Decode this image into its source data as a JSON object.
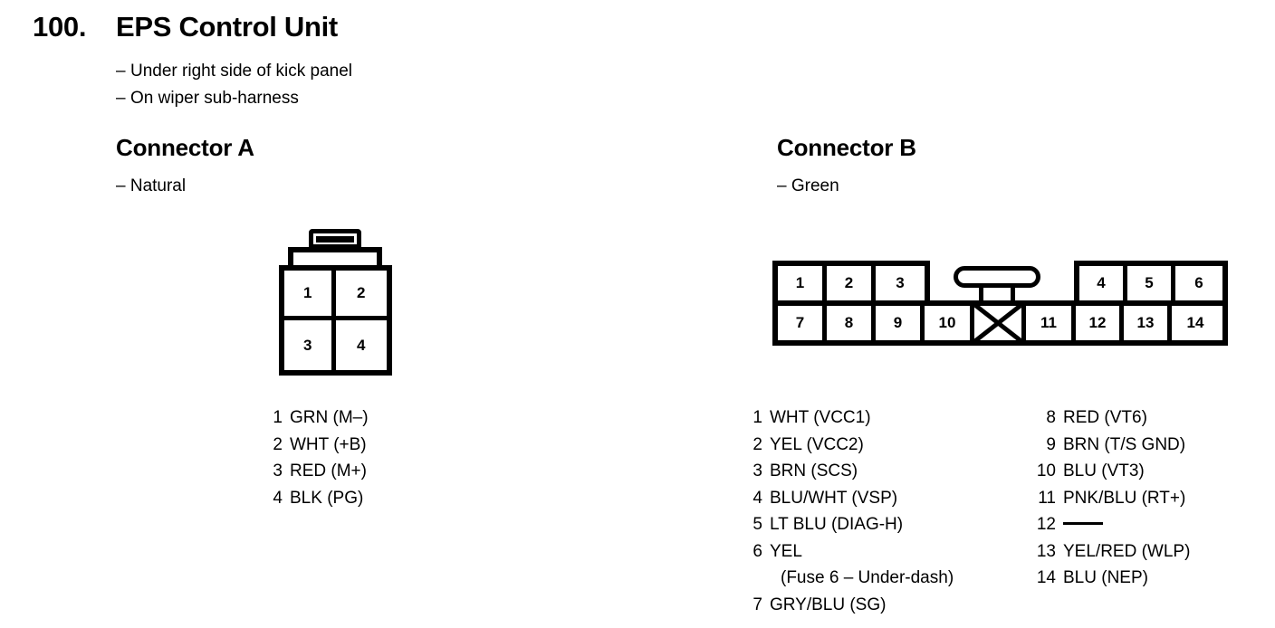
{
  "title": {
    "number": "100.",
    "text": "EPS Control Unit"
  },
  "notes": [
    "Under right side of kick panel",
    "On wiper sub-harness"
  ],
  "note_dash": "–",
  "connector_a": {
    "heading": "Connector A",
    "color_note": "– Natural",
    "diagram": {
      "type": "2x2-connector",
      "cells": [
        "1",
        "2",
        "3",
        "4"
      ]
    },
    "pins": [
      {
        "num": "1",
        "value": "GRN (M–)"
      },
      {
        "num": "2",
        "value": "WHT (+B)"
      },
      {
        "num": "3",
        "value": "RED (M+)"
      },
      {
        "num": "4",
        "value": "BLK (PG)"
      }
    ]
  },
  "connector_b": {
    "heading": "Connector B",
    "color_note": "– Green",
    "diagram": {
      "type": "14-pin-connector",
      "top_row_left": [
        "1",
        "2",
        "3"
      ],
      "top_row_right": [
        "4",
        "5",
        "6"
      ],
      "bottom_row_left": [
        "7",
        "8",
        "9",
        "10"
      ],
      "bottom_row_blank": "X",
      "bottom_row_right": [
        "11",
        "12",
        "13",
        "14"
      ]
    },
    "pins_left": [
      {
        "num": "1",
        "value": "WHT (VCC1)"
      },
      {
        "num": "2",
        "value": "YEL (VCC2)"
      },
      {
        "num": "3",
        "value": "BRN (SCS)"
      },
      {
        "num": "4",
        "value": "BLU/WHT (VSP)"
      },
      {
        "num": "5",
        "value": "LT BLU (DIAG-H)"
      },
      {
        "num": "6",
        "value": "YEL",
        "sub": "(Fuse 6 – Under-dash)"
      },
      {
        "num": "7",
        "value": "GRY/BLU (SG)"
      }
    ],
    "pins_right": [
      {
        "num": "8",
        "value": "RED (VT6)"
      },
      {
        "num": "9",
        "value": "BRN (T/S GND)"
      },
      {
        "num": "10",
        "value": "BLU (VT3)"
      },
      {
        "num": "11",
        "value": "PNK/BLU (RT+)"
      },
      {
        "num": "12",
        "value": "",
        "is_dash": true
      },
      {
        "num": "13",
        "value": "YEL/RED (WLP)"
      },
      {
        "num": "14",
        "value": "BLU (NEP)"
      }
    ]
  },
  "colors": {
    "ink": "#000000",
    "paper": "#ffffff"
  }
}
